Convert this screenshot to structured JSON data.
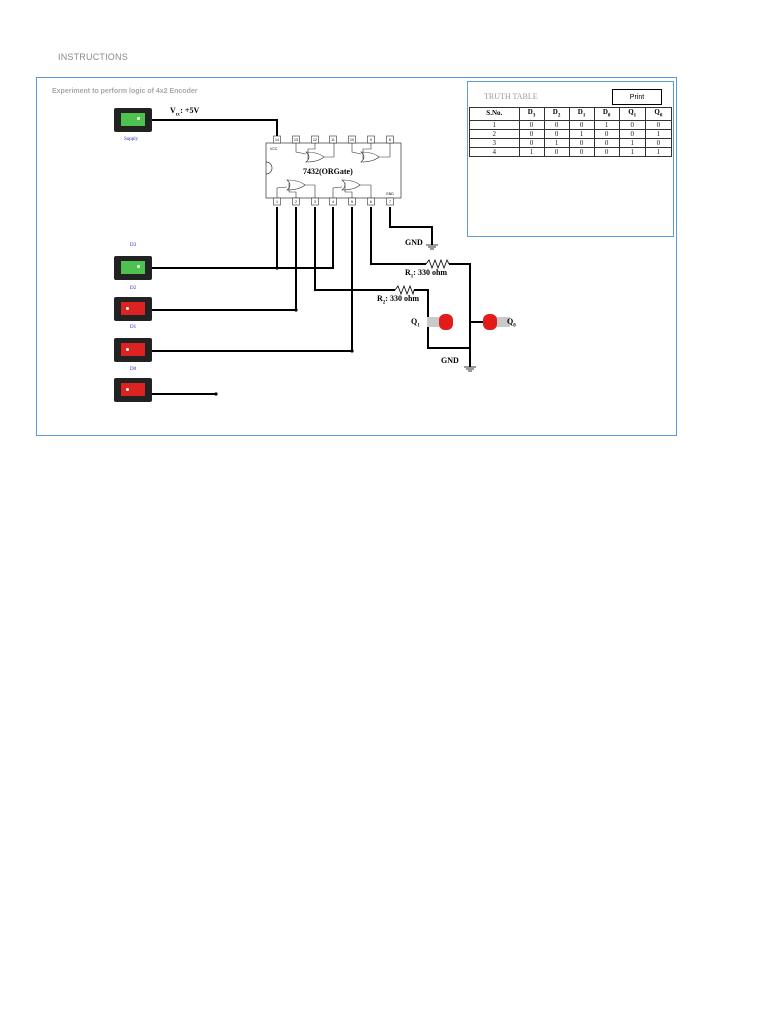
{
  "header": {
    "instructions_label": "INSTRUCTIONS"
  },
  "experiment": {
    "title": "Experiment to perform logic of 4x2 Encoder"
  },
  "supply": {
    "label": "Supply",
    "vcc_label": "V",
    "vcc_sub": "cc",
    "vcc_value": ": +5V",
    "state": "on"
  },
  "switches": [
    {
      "label": "D3",
      "state": "on"
    },
    {
      "label": "D2",
      "state": "off"
    },
    {
      "label": "D1",
      "state": "off"
    },
    {
      "label": "D0",
      "state": "off"
    }
  ],
  "chip": {
    "name": "7432(ORGate)",
    "vcc_pin_label": "VCC",
    "gnd_pin_label": "GND",
    "top_pins": [
      "14",
      "13",
      "12",
      "11",
      "10",
      "9",
      "8"
    ],
    "bottom_pins": [
      "1",
      "2",
      "3",
      "4",
      "5",
      "6",
      "7"
    ]
  },
  "circuit_labels": {
    "gnd_top": "GND",
    "gnd_bottom": "GND",
    "r1_prefix": "R",
    "r1_sub": "1",
    "r1_value": ": 330 ohm",
    "r2_prefix": "R",
    "r2_sub": "2",
    "r2_value": ": 330 ohm",
    "q1_prefix": "Q",
    "q1_sub": "1",
    "q0_prefix": "Q",
    "q0_sub": "0"
  },
  "truth_table": {
    "title": "TRUTH TABLE",
    "print_label": "Print",
    "headers": [
      {
        "main": "S.No.",
        "sub": ""
      },
      {
        "main": "D",
        "sub": "3"
      },
      {
        "main": "D",
        "sub": "2"
      },
      {
        "main": "D",
        "sub": "1"
      },
      {
        "main": "D",
        "sub": "0"
      },
      {
        "main": "Q",
        "sub": "1"
      },
      {
        "main": "Q",
        "sub": "0"
      }
    ],
    "rows": [
      [
        "1",
        "0",
        "0",
        "0",
        "1",
        "0",
        "0"
      ],
      [
        "2",
        "0",
        "0",
        "1",
        "0",
        "0",
        "1"
      ],
      [
        "3",
        "0",
        "1",
        "0",
        "0",
        "1",
        "0"
      ],
      [
        "4",
        "1",
        "0",
        "0",
        "0",
        "1",
        "1"
      ]
    ]
  },
  "colors": {
    "on": "#4ec24e",
    "off": "#dd2222",
    "led": "#e21b1b",
    "border": "#5b9bd5"
  }
}
